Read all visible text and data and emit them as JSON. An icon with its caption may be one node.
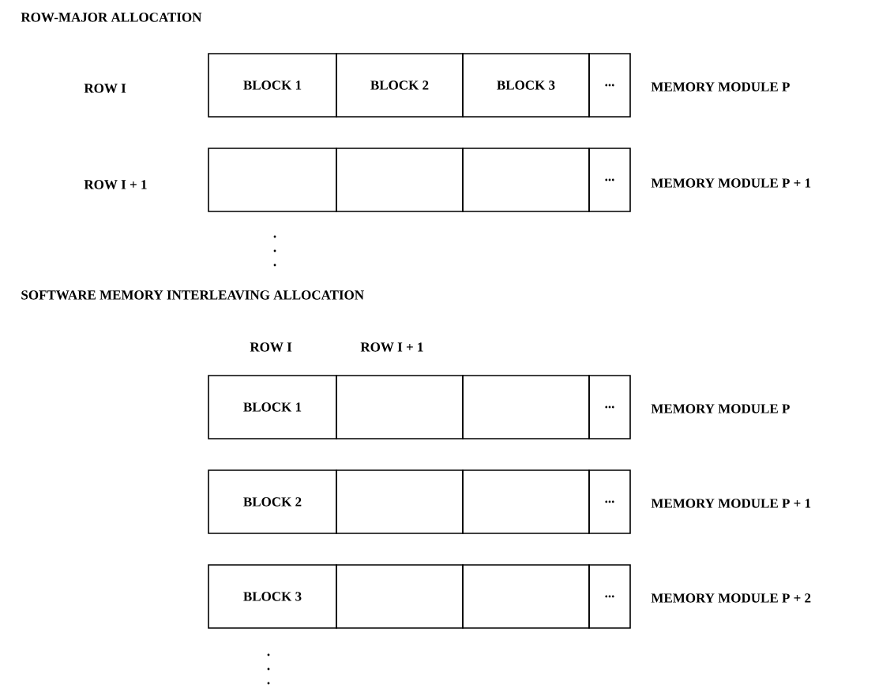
{
  "diagram": {
    "nodes": [
      {
        "text": [
          "BLOCK 1"
        ]
      },
      {
        "text": [
          "BLOCK 2"
        ]
      },
      {
        "text": [
          "BLOCK 3"
        ]
      },
      {
        "text": [
          "..."
        ]
      },
      {
        "text": [],
        "shape": "box"
      },
      {
        "text": [],
        "shape": "box"
      },
      {
        "text": [],
        "shape": "box"
      },
      {
        "text": [
          "..."
        ]
      },
      {
        "text": [
          "BLOCK 1"
        ]
      },
      {
        "text": [],
        "shape": "box"
      },
      {
        "text": [],
        "shape": "box"
      },
      {
        "text": [
          "..."
        ]
      },
      {
        "text": [
          "BLOCK 2"
        ]
      },
      {
        "text": [],
        "shape": "box"
      },
      {
        "text": [],
        "shape": "box"
      },
      {
        "text": [
          "..."
        ]
      },
      {
        "text": [
          "BLOCK 3"
        ]
      },
      {
        "text": [],
        "shape": "box"
      },
      {
        "text": [],
        "shape": "box"
      },
      {
        "text": [
          "..."
        ]
      }
    ],
    "labels": [
      "ROW-MAJOR ALLOCATION",
      "ROW I",
      "MEMORY MODULE P",
      "ROW I + 1",
      "MEMORY MODULE P + 1",
      "SOFTWARE MEMORY INTERLEAVING ALLOCATION",
      "ROW I",
      "ROW I + 1",
      "MEMORY MODULE P",
      "MEMORY MODULE P + 1",
      "MEMORY MODULE P + 2"
    ]
  }
}
